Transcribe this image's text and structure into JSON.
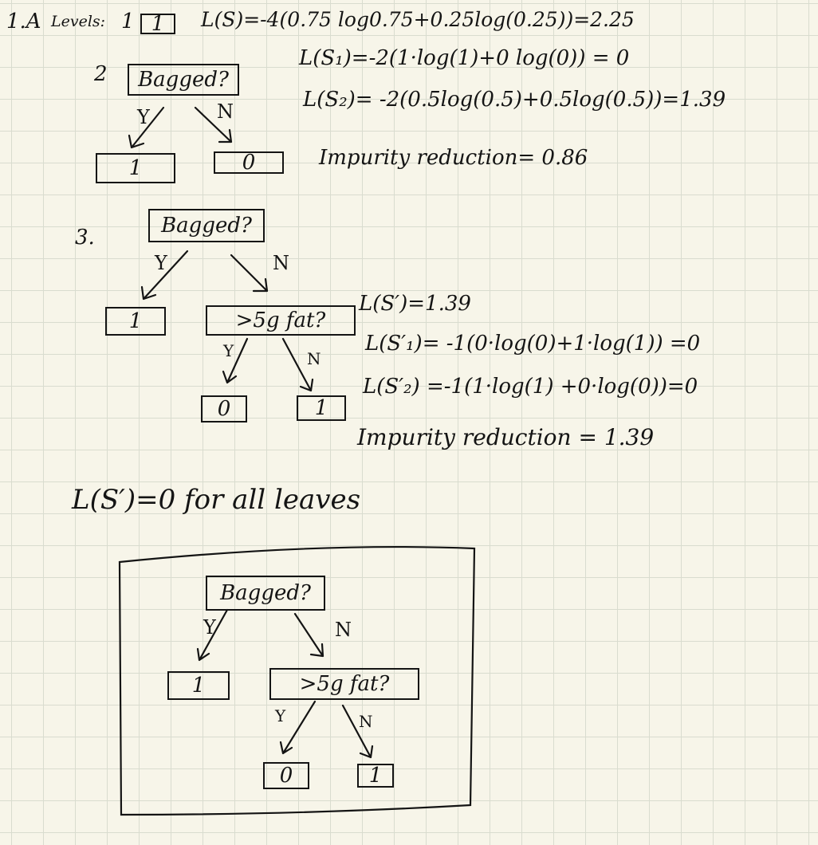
{
  "part1": {
    "label": "1.A",
    "levels_label": "Levels:",
    "level1_num": "1",
    "leaf_root": "1",
    "eq_root": "L(S)=-4(0.75 log0.75+0.25log(0.25))=2.25"
  },
  "part2": {
    "level_num": "2",
    "node": "Bagged?",
    "yes": "Y",
    "no": "N",
    "leaf_yes": "1",
    "leaf_no": "0",
    "eq1": "L(S₁)=-2(1·log(1)+0 log(0)) = 0",
    "eq2": "L(S₂)= -2(0.5log(0.5)+0.5log(0.5))=1.39",
    "reduction": "Impurity reduction= 0.86"
  },
  "part3": {
    "level_num": "3.",
    "node": "Bagged?",
    "yes": "Y",
    "no": "N",
    "leaf_yes": "1",
    "subnode": ">5g fat?",
    "sub_yes": "Y",
    "sub_no": "N",
    "leaf_sub_yes": "0",
    "leaf_sub_no": "1",
    "eq_parent": "L(S′)=1.39",
    "eq1": "L(S′₁)= -1(0·log(0)+1·log(1)) =0",
    "eq2": "L(S′₂) =-1(1·log(1) +0·log(0))=0",
    "reduction": "Impurity reduction = 1.39"
  },
  "conclusion": "L(S′)=0 for all leaves",
  "final_tree": {
    "node": "Bagged?",
    "yes": "Y",
    "no": "N",
    "leaf_yes": "1",
    "subnode": ">5g fat?",
    "sub_yes": "Y",
    "sub_no": "N",
    "leaf_sub_yes": "0",
    "leaf_sub_no": "1"
  }
}
